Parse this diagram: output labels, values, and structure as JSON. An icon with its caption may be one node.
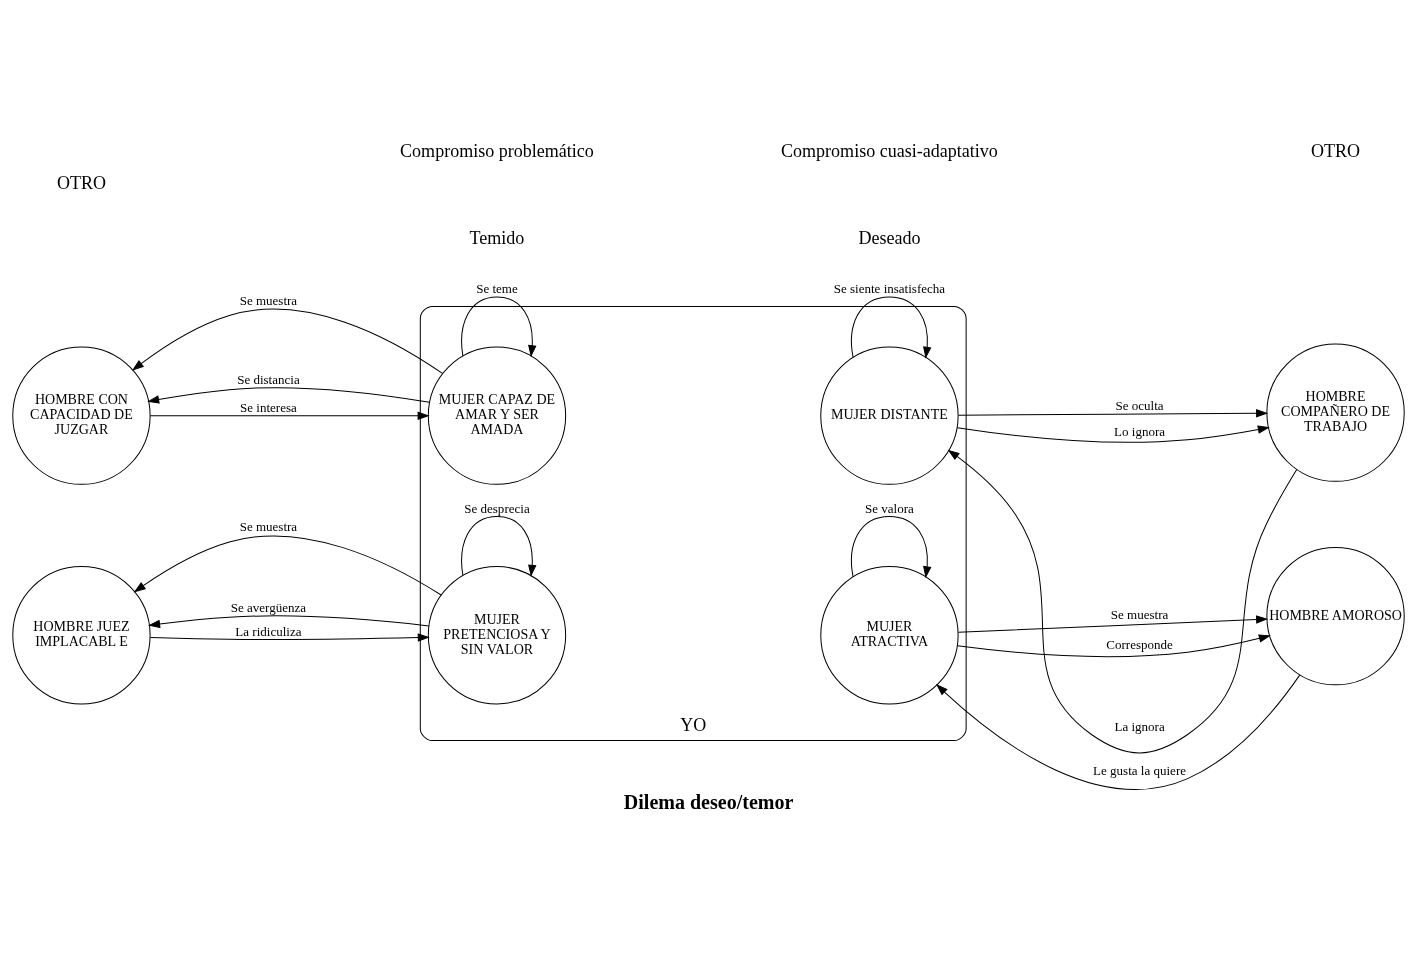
{
  "diagram": {
    "caption": "Dilema deseo/temor",
    "nodes": [
      {
        "text": [
          "YO"
        ]
      },
      {
        "text": [
          "HOMBRE CON CAPACIDAD DE JUZGAR"
        ]
      },
      {
        "text": [
          "MUJER CAPAZ DE AMAR Y SER AMADA"
        ],
        "in": 0
      },
      {
        "text": [
          "MUJER DISTANTE"
        ],
        "in": 0
      },
      {
        "text": [
          "HOMBRE COMPAÑERO DE TRABAJO"
        ]
      },
      {
        "text": [
          "HOMBRE JUEZ IMPLACABL E"
        ]
      },
      {
        "text": [
          "MUJER PRETENCIOSA Y SIN VALOR"
        ],
        "in": 0
      },
      {
        "text": [
          "MUJER ATRACTIVA"
        ],
        "in": 0
      },
      {
        "text": [
          "HOMBRE AMOROSO"
        ]
      }
    ],
    "edges": [
      {
        "from": 2,
        "to": 1,
        "arrow": "to",
        "label": "Se muestra"
      },
      {
        "from": 1,
        "to": 2,
        "arrow": "to",
        "label": "Se interesa"
      },
      {
        "from": 2,
        "to": 1,
        "arrow": "to",
        "label": "Se distancia"
      },
      {
        "from": 2,
        "to": 2,
        "arrow": "to",
        "label": "Se teme"
      },
      {
        "from": 3,
        "to": 4,
        "arrow": "to",
        "label": "Se oculta"
      },
      {
        "from": 4,
        "to": 3,
        "arrow": "to",
        "label": "La ignora"
      },
      {
        "from": 3,
        "to": 4,
        "arrow": "to",
        "label": "Lo ignora"
      },
      {
        "from": 3,
        "to": 3,
        "arrow": "to",
        "label": "Se siente insatisfecha"
      },
      {
        "from": 6,
        "to": 5,
        "arrow": "to",
        "label": "Se muestra"
      },
      {
        "from": 5,
        "to": 6,
        "arrow": "to",
        "label": "La ridiculiza"
      },
      {
        "from": 6,
        "to": 5,
        "arrow": "to",
        "label": "Se avergüenza"
      },
      {
        "from": 6,
        "to": 6,
        "arrow": "to",
        "label": "Se desprecia"
      },
      {
        "from": 7,
        "to": 8,
        "arrow": "to",
        "label": "Se muestra"
      },
      {
        "from": 8,
        "to": 7,
        "arrow": "to",
        "label": "Le gusta la quiere"
      },
      {
        "from": 7,
        "to": 8,
        "arrow": "to",
        "label": "Corresponde"
      },
      {
        "from": 7,
        "to": 7,
        "arrow": "to",
        "label": "Se valora"
      }
    ],
    "labels": [
      "Compromiso problemático",
      "Compromiso cuasi-adaptativo",
      "OTRO",
      "OTRO",
      "Temido",
      "Deseado"
    ]
  }
}
